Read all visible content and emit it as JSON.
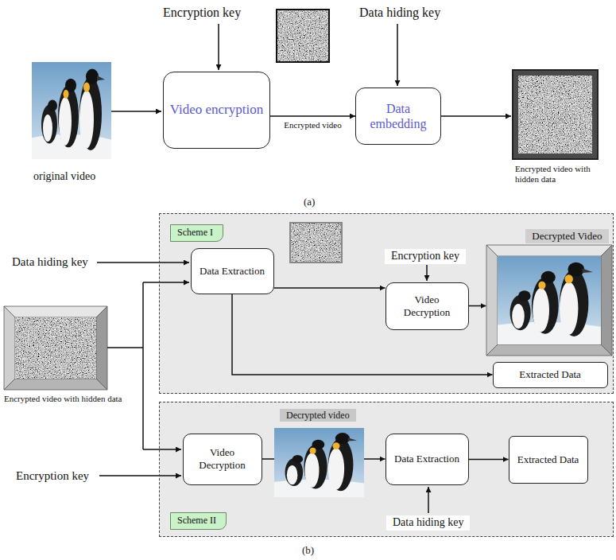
{
  "diagram": {
    "nodes": [
      {
        "text": [
          "Video encryption"
        ]
      },
      {
        "text": [
          "Data embedding"
        ]
      },
      {
        "text": [
          "Scheme I"
        ]
      },
      {
        "text": [
          "Data Extraction"
        ],
        "in": 2
      },
      {
        "text": [
          "Video Decryption"
        ],
        "in": 2
      },
      {
        "text": [
          "Decrypted Video"
        ],
        "in": 2
      },
      {
        "text": [
          "Extracted Data"
        ],
        "in": 2
      },
      {
        "text": [
          "Scheme II"
        ]
      },
      {
        "text": [
          "Video Decryption"
        ],
        "in": 7
      },
      {
        "text": [
          "Data Extraction"
        ],
        "in": 7
      },
      {
        "text": [
          "Extracted Data"
        ],
        "in": 7
      }
    ],
    "edges": [
      {
        "from": 0,
        "to": 1,
        "arrow": "to",
        "label": "Encrypted video"
      },
      {
        "from": 3,
        "to": 4,
        "arrow": "to"
      },
      {
        "from": 4,
        "to": 5,
        "arrow": "to"
      },
      {
        "from": 3,
        "to": 6,
        "arrow": "to"
      },
      {
        "from": 8,
        "to": 9,
        "arrow": "to"
      },
      {
        "from": 9,
        "to": 10,
        "arrow": "to"
      }
    ],
    "labels": [
      "Encryption key",
      "Data hiding key",
      "original video",
      "Encrypted video with hidden data",
      "(a)",
      "Data hiding key",
      "Encryption key",
      "Encrypted video with hidden data",
      "Encryption key",
      "Decrypted video",
      "Data hiding key",
      "(b)"
    ]
  }
}
